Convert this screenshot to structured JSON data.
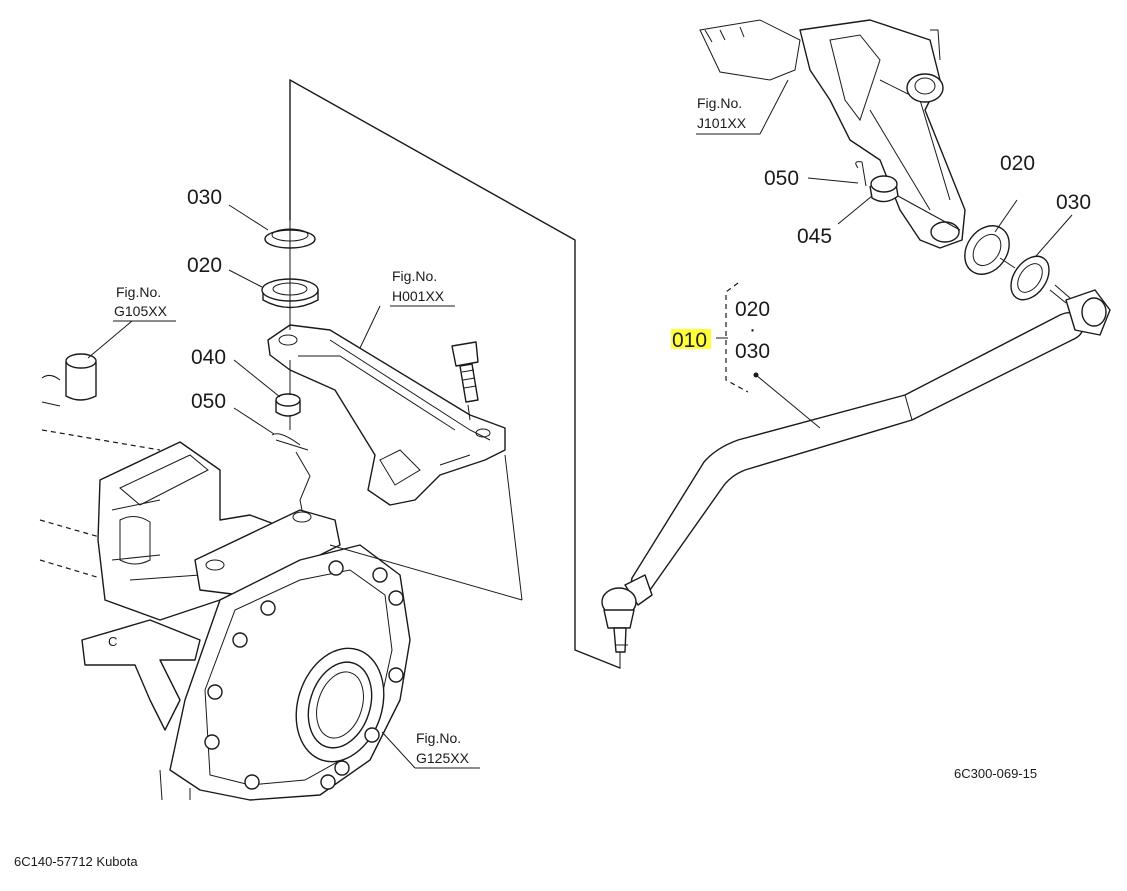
{
  "callouts": {
    "left_030": "030",
    "left_020": "020",
    "left_040": "040",
    "left_050": "050",
    "right_050": "050",
    "right_045": "045",
    "right_020": "020",
    "right_030": "030",
    "assy_010": "010",
    "assy_020": "020",
    "assy_dot": "·",
    "assy_030": "030"
  },
  "fig_refs": {
    "g105_title": "Fig.No.",
    "g105_code": "G105XX",
    "h001_title": "Fig.No.",
    "h001_code": "H001XX",
    "j101_title": "Fig.No.",
    "j101_code": "J101XX",
    "g125_title": "Fig.No.",
    "g125_code": "G125XX"
  },
  "drawing_code": "6C300-069-15",
  "caption": "6C140-57712 Kubota",
  "colors": {
    "highlight": "#ffff33",
    "ink": "#1a1a1a",
    "background": "#ffffff"
  }
}
